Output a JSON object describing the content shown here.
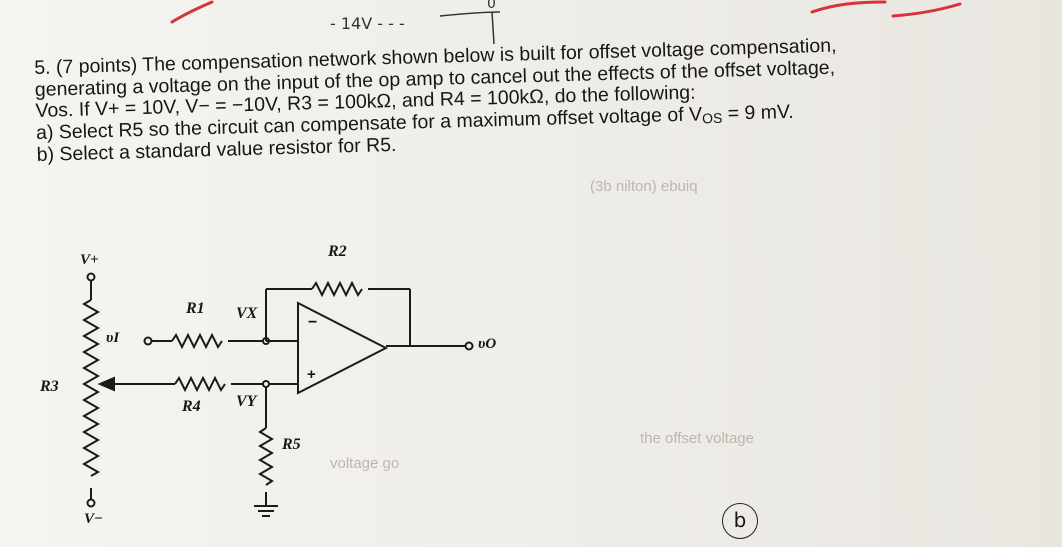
{
  "handwriting": {
    "top_note": "- 14V - - -",
    "zero_mark": "0",
    "page_mark": "b"
  },
  "problem": {
    "line1": "5. (7 points) The compensation network shown below is built for offset voltage compensation,",
    "line2": "generating a voltage on the input of the op amp to cancel out the effects of the offset voltage,",
    "line3_before": "Vos.  If V+ = 10V, V− = −10V, R3 = 100kΩ, and R4 = 100kΩ, do the following:",
    "part_a_before": "a)  Select R5 so the circuit can compensate for a maximum offset voltage of V",
    "part_a_sub": "OS",
    "part_a_after": " = 9 mV.",
    "part_b": "b)  Select a standard value resistor for R5."
  },
  "schematic": {
    "labels": {
      "vplus": "V+",
      "vminus": "V−",
      "vi": "υI",
      "vo": "υO",
      "r1": "R1",
      "r2": "R2",
      "r3": "R3",
      "r4": "R4",
      "r5": "R5",
      "vx": "VX",
      "vy": "VY",
      "minus": "−",
      "plus": "+"
    }
  },
  "colors": {
    "ink": "#161616",
    "pencil": "#333333",
    "red_mark": "#d8323a",
    "paper": "#f2f0ec"
  }
}
